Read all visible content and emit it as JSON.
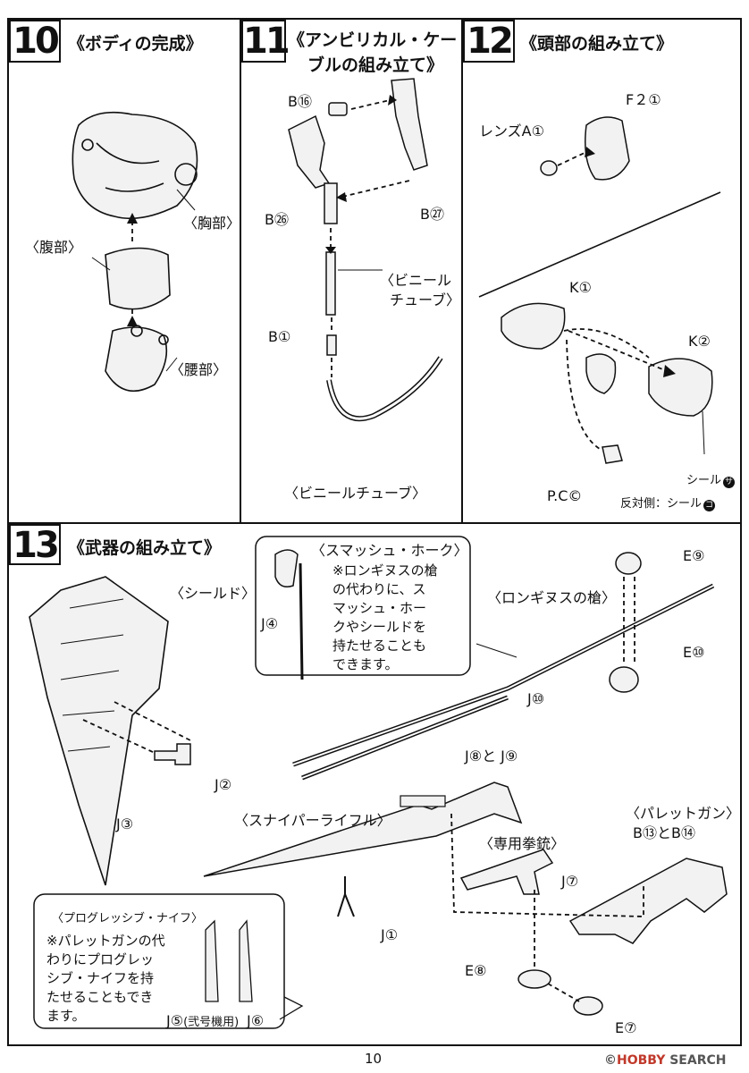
{
  "steps": {
    "s10": {
      "num": "10",
      "title": "《ボディの完成》",
      "labels": {
        "chest": "〈胸部〉",
        "abdomen": "〈腹部〉",
        "waist": "〈腰部〉"
      }
    },
    "s11": {
      "num": "11",
      "title_line1": "《アンビリカル・ケー",
      "title_line2": "ブルの組み立て》",
      "labels": {
        "b16": "B⑯",
        "b26": "B㉖",
        "b27": "B㉗",
        "tube_part_1": "〈ビニール",
        "tube_part_2": "チューブ〉",
        "b1": "B①",
        "tube_bottom": "〈ビニールチューブ〉"
      }
    },
    "s12": {
      "num": "12",
      "title": "《頭部の組み立て》",
      "labels": {
        "lens": "レンズA①",
        "f2": "F２①",
        "k1": "K①",
        "k2": "K②",
        "seal_sa": "シール",
        "seal_sa_mark": "サ",
        "opposite": "反対側：シール",
        "seal_ko_mark": "コ",
        "pc": "P.C©"
      }
    },
    "s13": {
      "num": "13",
      "title": "《武器の組み立て》",
      "labels": {
        "shield": "〈シールド〉",
        "j2": "J②",
        "j3": "J③",
        "hawk": "〈スマッシュ・ホーク〉",
        "j4": "J④",
        "hawk_note": [
          "※ロンギヌスの槍",
          "の代わりに、ス",
          "マッシュ・ホー",
          "クやシールドを",
          "持たせることも",
          "できます。"
        ],
        "lance": "〈ロンギヌスの槍〉",
        "e9": "E⑨",
        "e10": "E⑩",
        "j10": "J⑩",
        "j8j9": "J⑧と J⑨",
        "sniper": "〈スナイパーライフル〉",
        "pistol": "〈専用拳銃〉",
        "j7": "J⑦",
        "pallet": "〈パレットガン〉",
        "b13b14": "B⑬とB⑭",
        "j1": "J①",
        "knife": "〈プログレッシブ・ナイフ〉",
        "knife_note": [
          "※パレットガンの代",
          "わりにプログレッ",
          "シブ・ナイフを持",
          "たせることもでき",
          "ます。"
        ],
        "j5": "J⑤",
        "j5_sub": "(弐号機用)",
        "j6": "J⑥",
        "e8": "E⑧",
        "e7": "E⑦"
      }
    }
  },
  "footer": {
    "page": "10",
    "watermark_pre": "©",
    "watermark_brand": "HOBBY",
    "watermark_post": " SEARCH"
  }
}
